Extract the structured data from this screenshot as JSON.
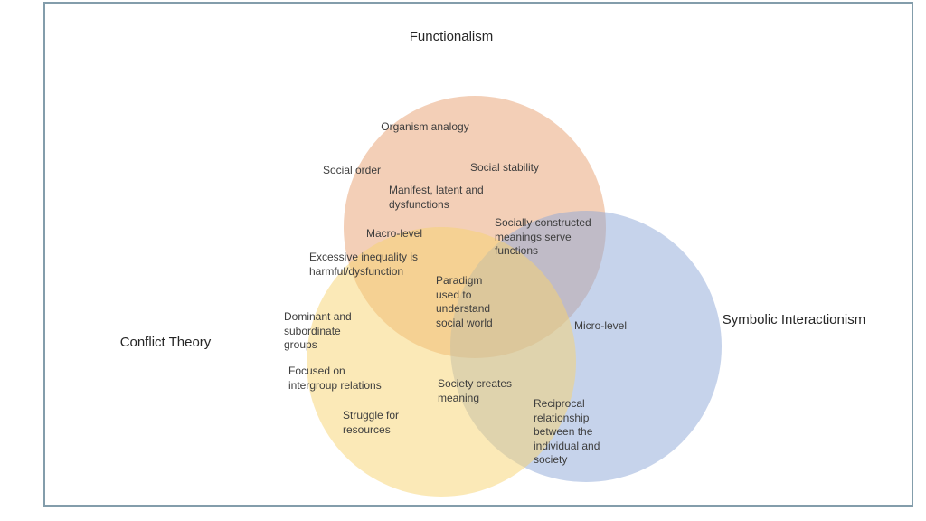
{
  "diagram": {
    "type": "venn",
    "circle_count": 3,
    "colors": {
      "functionalism_fill": "#f3cfb5",
      "conflict_fill": "#fbe9b7",
      "symbolic_fill": "#c6d3eb",
      "overlap_functionalism_conflict": "#f5d192",
      "overlap_functionalism_symbolic": "#c0bbc6",
      "overlap_conflict_symbolic": "#ded3ad",
      "overlap_center": "#dbc79a",
      "frame_border": "#839dab",
      "body_text": "#3d3d3d",
      "title_text": "#262626"
    },
    "titles": {
      "functionalism": "Functionalism",
      "conflict": "Conflict Theory",
      "symbolic": "Symbolic Interactionism"
    },
    "regions": {
      "functionalism_only": {
        "organism_analogy": "Organism analogy",
        "social_order": "Social order",
        "social_stability": "Social stability",
        "manifest_latent": "Manifest, latent and\ndysfunctions"
      },
      "functionalism_conflict": {
        "macro_level": "Macro-level",
        "excessive_inequality": "Excessive inequality is\nharmful/dysfunction"
      },
      "functionalism_symbolic": {
        "socially_constructed": "Socially constructed\nmeanings serve\nfunctions"
      },
      "all_three": {
        "paradigm": "Paradigm\nused to\nunderstand\nsocial world"
      },
      "conflict_only": {
        "dominant_subordinate": "Dominant and\nsubordinate\ngroups",
        "focused_intergroup": "Focused on\nintergroup relations",
        "struggle_resources": "Struggle for\nresources"
      },
      "conflict_symbolic": {
        "society_creates": "Society creates\nmeaning"
      },
      "symbolic_only": {
        "micro_level": "Micro-level",
        "reciprocal": "Reciprocal\nrelationship\nbetween the\nindividual and\nsociety"
      }
    }
  }
}
